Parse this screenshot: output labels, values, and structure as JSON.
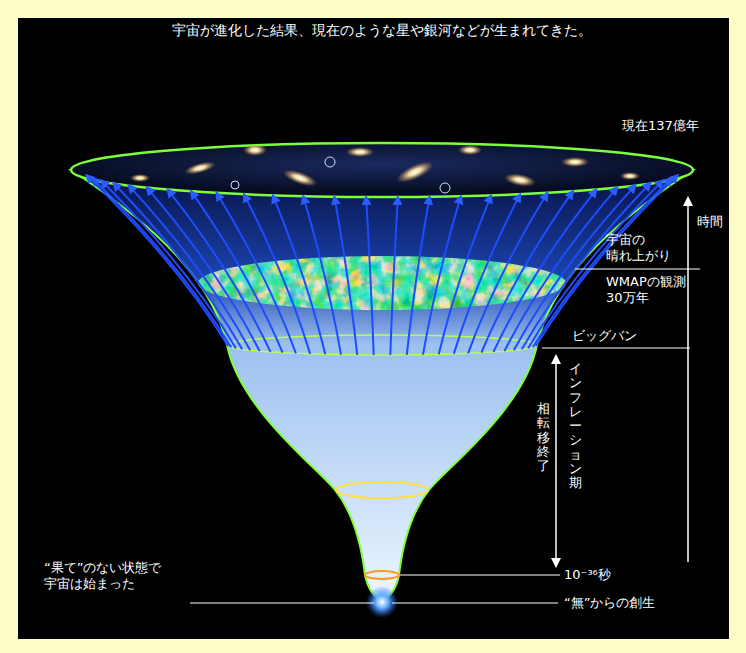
{
  "diagram": {
    "title": "宇宙が進化した結果、現在のような星や銀河などが生まれてきた。",
    "labels": [
      "現在137億年",
      "時間",
      "宇宙の 晴れ上がり",
      "WMAPの観測 30万年",
      "ビッグバン",
      "インフレーション期",
      "相転移終了",
      "10⁻³⁶秒",
      "“果て”のない状態で 宇宙は始まった",
      "“無”からの創生"
    ]
  }
}
